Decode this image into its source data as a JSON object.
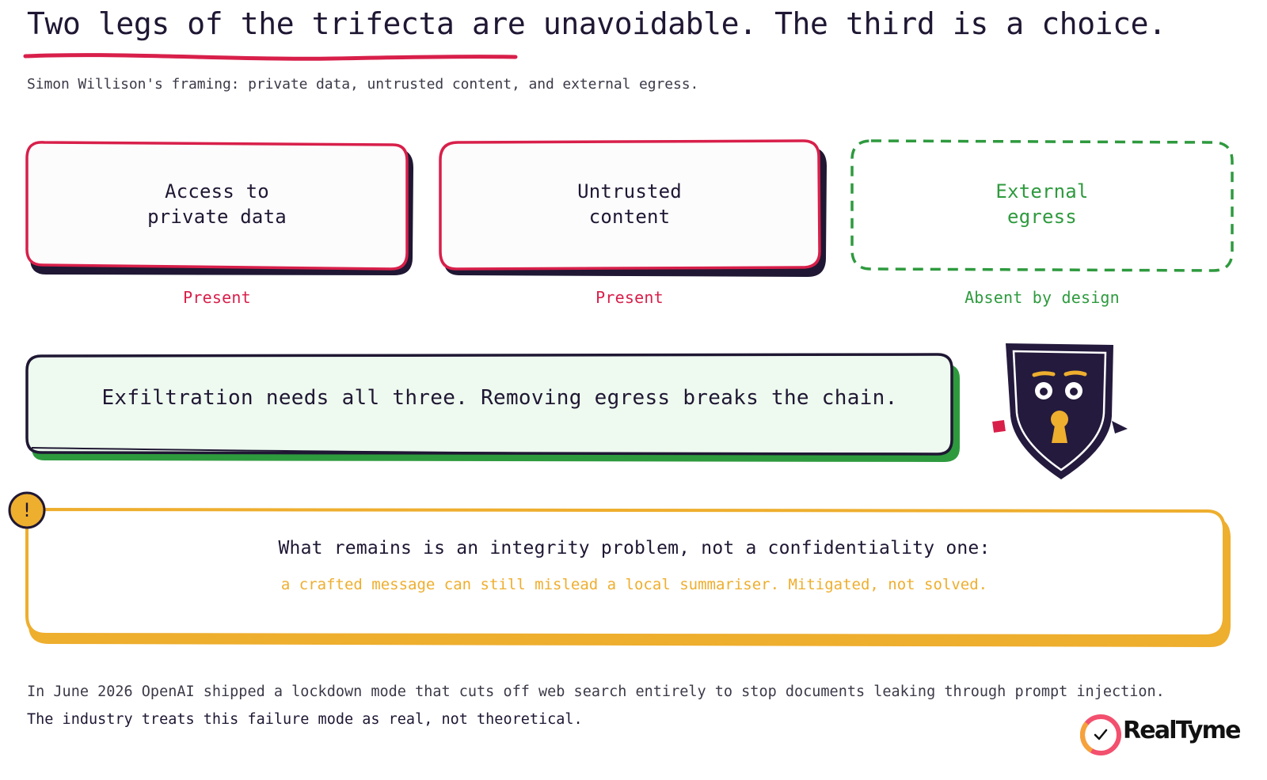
{
  "headline": "Two legs of the trifecta are unavoidable. The third is a choice.",
  "subtitle": "Simon Willison's framing: private data, untrusted content, and external egress.",
  "legs": [
    {
      "label": "Access to\nprivate data",
      "status": "Present"
    },
    {
      "label": "Untrusted\ncontent",
      "status": "Present"
    },
    {
      "label": "External\negress",
      "status": "Absent by design"
    }
  ],
  "chain_note": "Exfiltration needs all three. Removing egress breaks the chain.",
  "warning": {
    "glyph": "!",
    "main": "What remains is an integrity problem, not a confidentiality one:",
    "sub": "a crafted message can still mislead a local summariser. Mitigated, not solved."
  },
  "footer": {
    "line1": "In June 2026 OpenAI shipped a lockdown mode that cuts off web search entirely to stop documents leaking through prompt injection.",
    "line2": "The industry treats this failure mode as real, not theoretical."
  },
  "brand": {
    "name": "RealTyme",
    "icon": "check-icon"
  },
  "mascot": {
    "icon": "shield-lock-icon"
  },
  "colors": {
    "ink": "#1f1733",
    "red": "#d81f4a",
    "green": "#2e9a3e",
    "mint": "#eefaef",
    "amber": "#eeae2e",
    "card_bg": "#fcfcfc"
  }
}
